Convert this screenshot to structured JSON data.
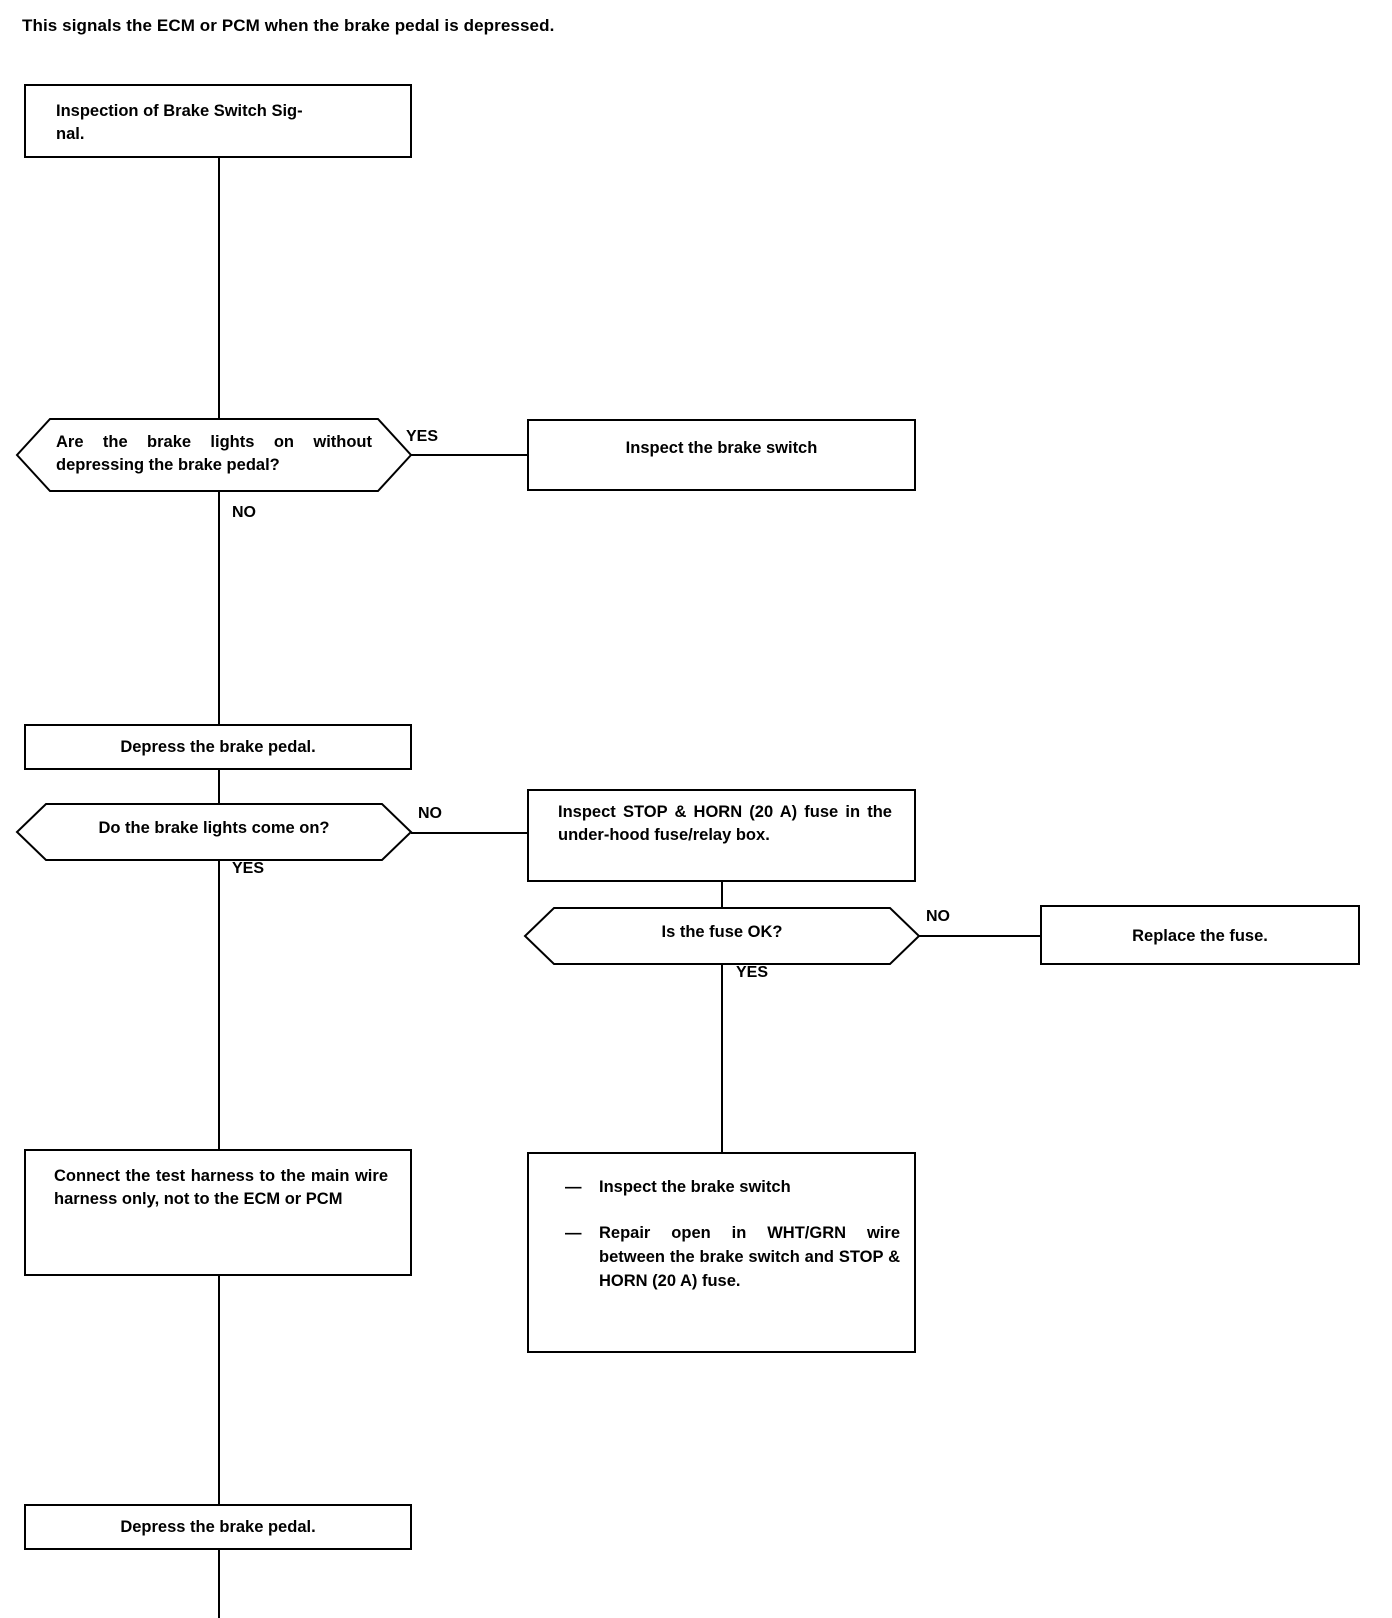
{
  "intro": {
    "text": "This signals the ECM or PCM when the brake pedal is depressed."
  },
  "flowchart": {
    "title": "Inspection of Brake Switch Signal",
    "nodes": {
      "start": {
        "type": "process",
        "text": "Inspection of Brake Switch Sig-\nnal."
      },
      "decision1": {
        "type": "decision",
        "text": "Are the brake lights on without depressing the brake pedal?",
        "yes_label": "YES",
        "no_label": "NO"
      },
      "inspect_switch_1": {
        "type": "process",
        "text": "Inspect  the  brake  switch"
      },
      "depress1": {
        "type": "process",
        "text": "Depress the brake pedal."
      },
      "decision2": {
        "type": "decision",
        "text": "Do the brake lights come on?",
        "yes_label": "YES",
        "no_label": "NO"
      },
      "inspect_fuse": {
        "type": "process",
        "text": "Inspect STOP & HORN (20 A) fuse in the under-hood fuse/relay box."
      },
      "decision3": {
        "type": "decision",
        "text": "Is the fuse OK?",
        "yes_label": "YES",
        "no_label": "NO"
      },
      "replace_fuse": {
        "type": "process",
        "text": "Replace the fuse."
      },
      "repair_actions": {
        "type": "process",
        "bullets": [
          {
            "dash": "—",
            "text": "Inspect the brake switch"
          },
          {
            "dash": "—",
            "text": "Repair open in WHT/GRN wire between the brake switch and STOP & HORN (20 A) fuse."
          }
        ]
      },
      "connect_harness": {
        "type": "process",
        "text": "Connect the test harness to the main wire harness only, not to the ECM or PCM"
      },
      "depress2": {
        "type": "process",
        "text": "Depress the brake pedal."
      }
    },
    "colors": {
      "line": "#000000",
      "background": "#ffffff",
      "text": "#000000"
    }
  }
}
